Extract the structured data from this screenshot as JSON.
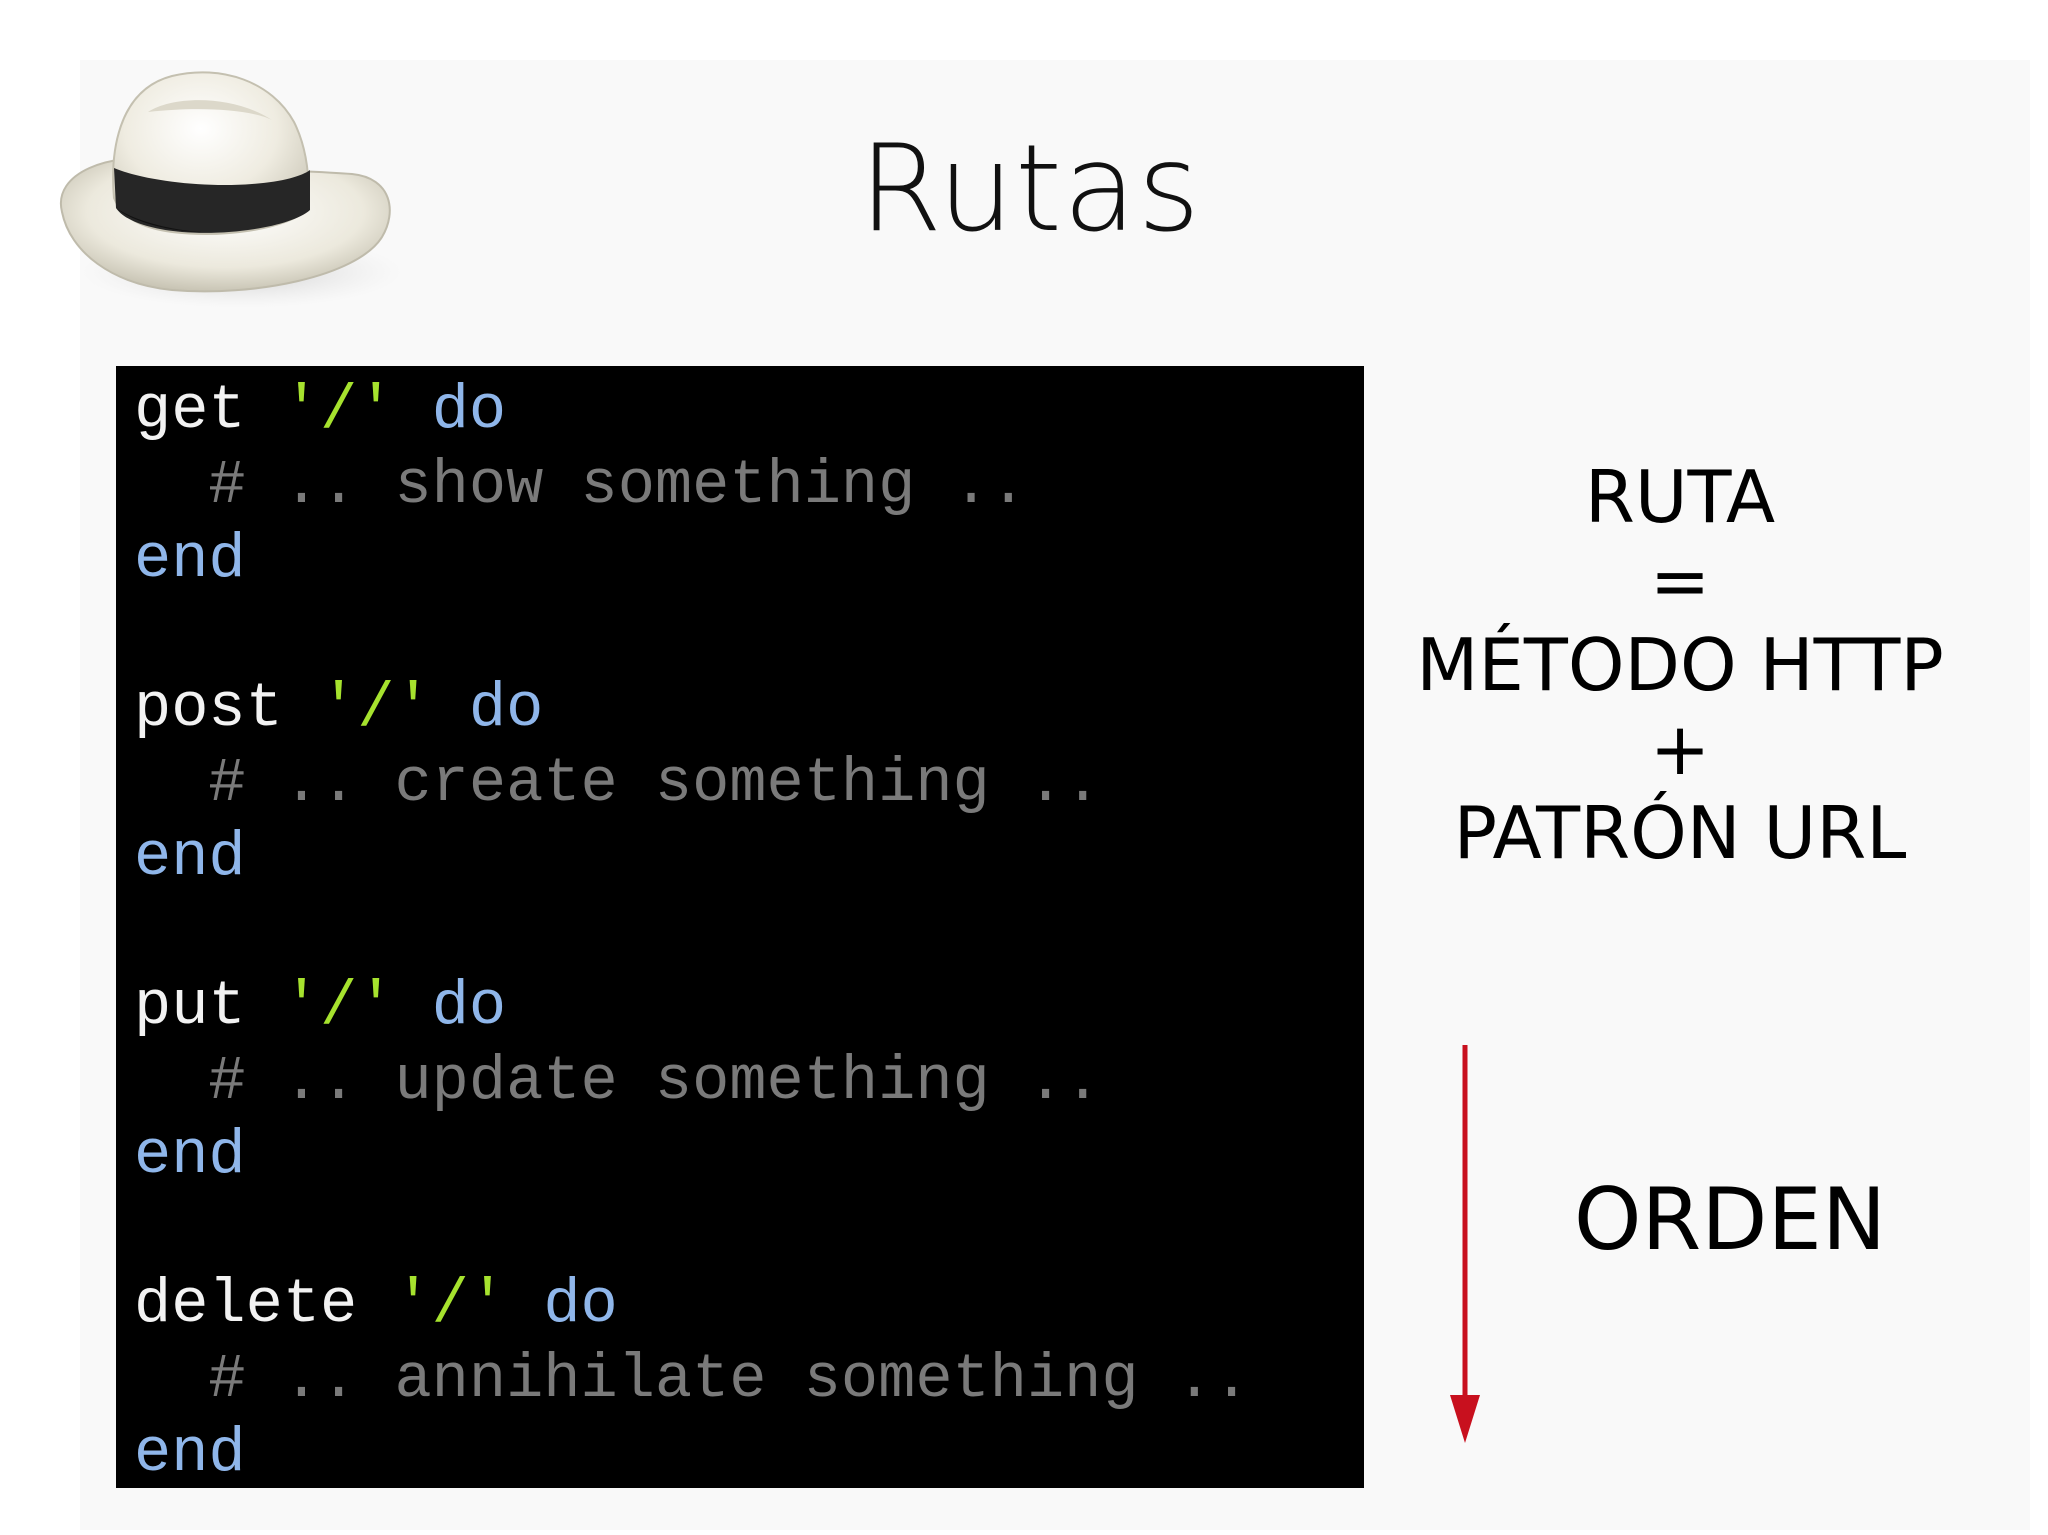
{
  "slide": {
    "title": "Rutas"
  },
  "logo": {
    "icon": "fedora-hat-icon"
  },
  "code": {
    "blocks": [
      {
        "method": "get",
        "path": "'/'",
        "keyword": "do",
        "comment": "# .. show something ..",
        "end": "end"
      },
      {
        "method": "post",
        "path": "'/'",
        "keyword": "do",
        "comment": "# .. create something ..",
        "end": "end"
      },
      {
        "method": "put",
        "path": "'/'",
        "keyword": "do",
        "comment": "# .. update something ..",
        "end": "end"
      },
      {
        "method": "delete",
        "path": "'/'",
        "keyword": "do",
        "comment": "# .. annihilate something ..",
        "end": "end"
      }
    ]
  },
  "formula": {
    "line1": "RUTA",
    "line2": "=",
    "line3": "MÉTODO HTTP",
    "line4": "+",
    "line5": "PATRÓN URL"
  },
  "order": {
    "label": "ORDEN",
    "arrow_color": "#c8101e"
  },
  "colors": {
    "code_background": "#000000",
    "string": "#a6e22e",
    "keyword": "#8fb6ea",
    "comment": "#7a7a7a"
  }
}
